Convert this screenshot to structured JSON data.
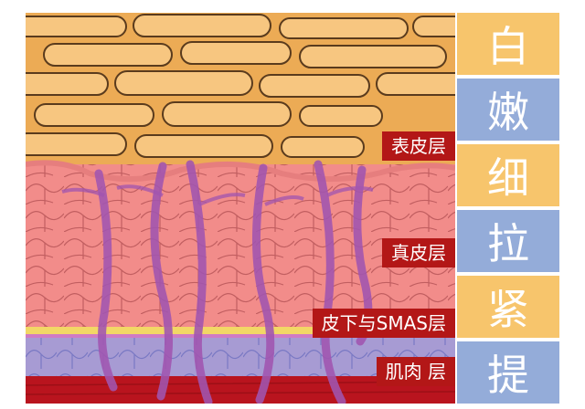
{
  "layers": {
    "epidermis": "表皮层",
    "dermis": "真皮层",
    "smas": "皮下与SMAS层",
    "muscle": "肌肉 层"
  },
  "side_column": [
    {
      "char": "白",
      "color": "#f7c56c"
    },
    {
      "char": "嫩",
      "color": "#94acd9"
    },
    {
      "char": "细",
      "color": "#f7c56c"
    },
    {
      "char": "拉",
      "color": "#94acd9"
    },
    {
      "char": "紧",
      "color": "#f7c56c"
    },
    {
      "char": "提",
      "color": "#94acd9"
    }
  ],
  "colors": {
    "epidermis": "#ecab55",
    "dermis": "#f28c8a",
    "smas": "#cf7bc4",
    "muscle": "#b9141e",
    "label_bg": "#b31717",
    "fibers": "#a155b0"
  }
}
